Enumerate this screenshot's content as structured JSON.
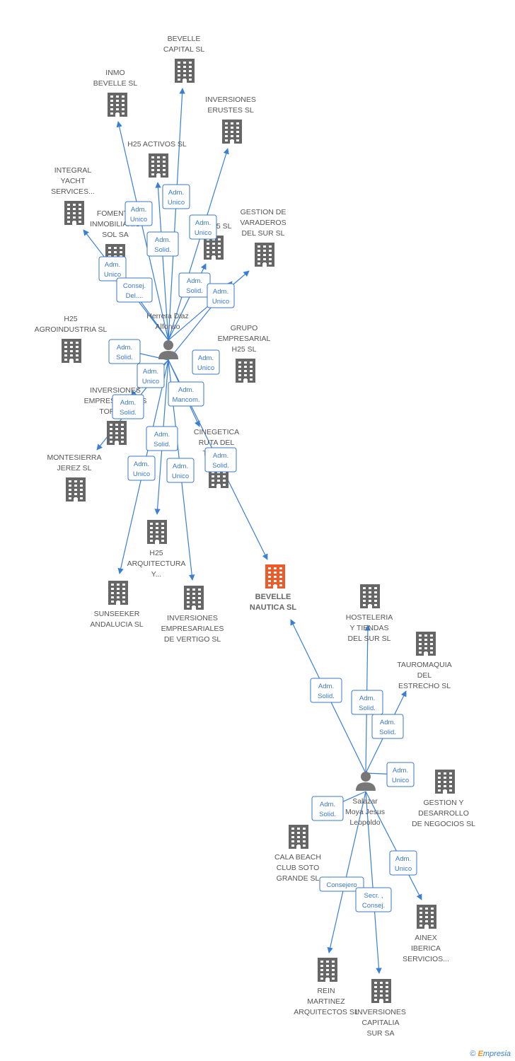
{
  "colors": {
    "edge": "#3a7fd4",
    "building": "#666666",
    "building_main": "#f05a28",
    "person": "#777777",
    "label": "#555555"
  },
  "watermark": {
    "symbol": "©",
    "brand_first": "E",
    "brand_rest": "mpresia"
  },
  "nodes": {
    "bevelle_capital": {
      "type": "company",
      "lines": [
        "BEVELLE",
        "CAPITAL  SL"
      ]
    },
    "inmo_bevelle": {
      "type": "company",
      "lines": [
        "INMO",
        "BEVELLE  SL"
      ]
    },
    "inversiones_erustes": {
      "type": "company",
      "lines": [
        "INVERSIONES",
        "ERUSTES SL"
      ]
    },
    "h25_activos": {
      "type": "company",
      "lines": [
        "H25 ACTIVOS SL"
      ]
    },
    "integral_yacht": {
      "type": "company",
      "lines": [
        "INTEGRAL",
        "YACHT",
        "SERVICES..."
      ]
    },
    "fomento_inmobiliario": {
      "type": "company",
      "lines": [
        "FOMENTO",
        "INMOBILIARIO",
        "SOL SA"
      ]
    },
    "h25_sl": {
      "type": "company",
      "lines": [
        "H25 SL"
      ]
    },
    "gestion_varaderos": {
      "type": "company",
      "lines": [
        "GESTION DE",
        "VARADEROS",
        "DEL SUR SL"
      ]
    },
    "h25_agroindustria": {
      "type": "company",
      "lines": [
        "H25",
        "AGROINDUSTRIA SL"
      ]
    },
    "grupo_empresarial_h25": {
      "type": "company",
      "lines": [
        "GRUPO",
        "EMPRESARIAL",
        "H25 SL"
      ]
    },
    "inversiones_empresariales_torre": {
      "type": "company",
      "lines": [
        "INVERSIONES",
        "EMPRESARIALES",
        "TORRE..."
      ]
    },
    "cinegetica": {
      "type": "company",
      "lines": [
        "CINEGETICA",
        "RUTA DEL",
        "TORO..."
      ]
    },
    "montesierra": {
      "type": "company",
      "lines": [
        "MONTESIERRA",
        "JEREZ SL"
      ]
    },
    "h25_arquitectura": {
      "type": "company",
      "lines": [
        "H25",
        "ARQUITECTURA",
        "Y..."
      ]
    },
    "sunseeker": {
      "type": "company",
      "lines": [
        "SUNSEEKER",
        "ANDALUCIA  SL"
      ]
    },
    "inversiones_vertigo": {
      "type": "company",
      "lines": [
        "INVERSIONES",
        "EMPRESARIALES",
        "DE VERTIGO SL"
      ]
    },
    "bevelle_nautica": {
      "type": "main",
      "lines": [
        "BEVELLE",
        "NAUTICA SL"
      ]
    },
    "hosteleria": {
      "type": "company",
      "lines": [
        "HOSTELERIA",
        "Y TIENDAS",
        "DEL SUR SL"
      ]
    },
    "tauromaquia": {
      "type": "company",
      "lines": [
        "TAUROMAQUIA",
        "DEL",
        "ESTRECHO SL"
      ]
    },
    "gestion_desarrollo": {
      "type": "company",
      "lines": [
        "GESTION Y",
        "DESARROLLO",
        "DE NEGOCIOS SL"
      ]
    },
    "cala_beach": {
      "type": "company",
      "lines": [
        "CALA BEACH",
        "CLUB SOTO",
        "GRANDE SL"
      ]
    },
    "ainex": {
      "type": "company",
      "lines": [
        "AINEX",
        "IBERICA",
        "SERVICIOS..."
      ]
    },
    "rein_martinez": {
      "type": "company",
      "lines": [
        "REIN",
        "MARTINEZ",
        "ARQUITECTOS SL"
      ]
    },
    "inversiones_capitalia": {
      "type": "company",
      "lines": [
        "INVERSIONES",
        "CAPITALIA",
        "SUR SA"
      ]
    },
    "herrera": {
      "type": "person",
      "lines": [
        "Herrera Diaz",
        "Alfonso"
      ]
    },
    "salazar": {
      "type": "person",
      "lines": [
        "Salazar",
        "Moya Jesus",
        "Leopoldo"
      ]
    }
  },
  "edges": [
    {
      "from": "herrera",
      "to": "bevelle_capital",
      "lines": [
        "Adm.",
        "Unico"
      ]
    },
    {
      "from": "herrera",
      "to": "inmo_bevelle",
      "lines": [
        "Adm.",
        "Unico"
      ]
    },
    {
      "from": "herrera",
      "to": "inversiones_erustes",
      "lines": [
        "Adm.",
        "Unico"
      ]
    },
    {
      "from": "herrera",
      "to": "h25_activos",
      "lines": [
        "Adm.",
        "Solid."
      ]
    },
    {
      "from": "herrera",
      "to": "integral_yacht",
      "lines": [
        "Adm.",
        "Unico"
      ]
    },
    {
      "from": "herrera",
      "to": "fomento_inmobiliario",
      "lines": [
        "Consej.",
        "Del...."
      ]
    },
    {
      "from": "herrera",
      "to": "h25_sl",
      "lines": [
        "Adm.",
        "Solid."
      ]
    },
    {
      "from": "herrera",
      "to": "gestion_varaderos",
      "lines": [
        "Adm.",
        "Unico"
      ]
    },
    {
      "from": "herrera",
      "to": "h25_agroindustria",
      "lines": [
        "Adm.",
        "Solid."
      ]
    },
    {
      "from": "herrera",
      "to": "grupo_empresarial_h25",
      "lines": [
        "Adm.",
        "Unico"
      ]
    },
    {
      "from": "herrera",
      "to": "inversiones_empresariales_torre",
      "lines": [
        "Adm.",
        "Unico"
      ]
    },
    {
      "from": "herrera",
      "to": "montesierra",
      "lines": [
        "Adm.",
        "Solid."
      ]
    },
    {
      "from": "herrera",
      "to": "cinegetica",
      "lines": [
        "Adm.",
        "Mancom."
      ]
    },
    {
      "from": "herrera",
      "to": "h25_arquitectura",
      "lines": [
        "Adm.",
        "Solid."
      ]
    },
    {
      "from": "herrera",
      "to": "sunseeker",
      "lines": [
        "Adm.",
        "Unico"
      ]
    },
    {
      "from": "herrera",
      "to": "inversiones_vertigo",
      "lines": [
        "Adm.",
        "Unico"
      ]
    },
    {
      "from": "herrera",
      "to": "bevelle_nautica",
      "lines": [
        "Adm.",
        "Solid."
      ]
    },
    {
      "from": "salazar",
      "to": "bevelle_nautica",
      "lines": [
        "Adm.",
        "Solid."
      ]
    },
    {
      "from": "salazar",
      "to": "hosteleria",
      "lines": [
        "Adm.",
        "Solid."
      ]
    },
    {
      "from": "salazar",
      "to": "tauromaquia",
      "lines": [
        "Adm.",
        "Solid."
      ]
    },
    {
      "from": "salazar",
      "to": "gestion_desarrollo",
      "lines": [
        "Adm.",
        "Unico"
      ]
    },
    {
      "from": "salazar",
      "to": "cala_beach",
      "lines": [
        "Adm.",
        "Solid."
      ]
    },
    {
      "from": "salazar",
      "to": "ainex",
      "lines": [
        "Adm.",
        "Unico"
      ]
    },
    {
      "from": "salazar",
      "to": "rein_martinez",
      "lines": [
        "Consejero"
      ]
    },
    {
      "from": "salazar",
      "to": "inversiones_capitalia",
      "lines": [
        "Secr. ,",
        "Consej."
      ]
    }
  ]
}
